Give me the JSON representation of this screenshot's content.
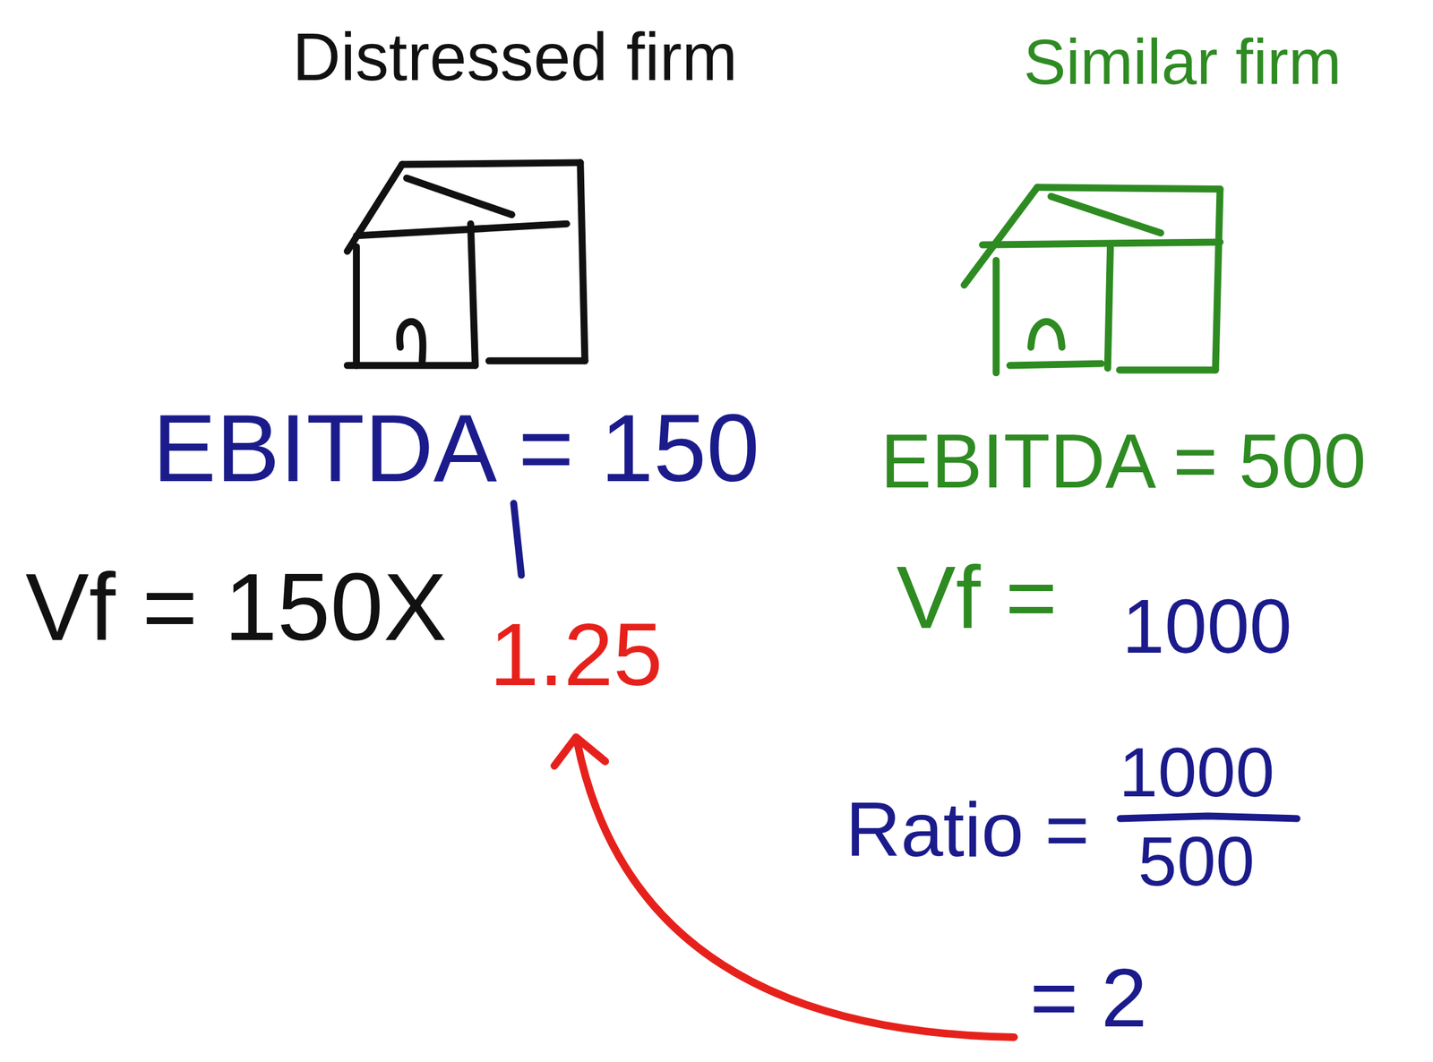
{
  "diagram": {
    "nodes": [
      {
        "text": [
          "Distressed firm"
        ]
      },
      {
        "text": [
          "Similar firm"
        ]
      }
    ],
    "labels": [
      "EBITDA = 150",
      "Vf = 150X",
      "1.25",
      "EBITDA = 500",
      "Vf =",
      "1000",
      "Ratio =",
      "1000",
      "500",
      "= 2"
    ]
  }
}
